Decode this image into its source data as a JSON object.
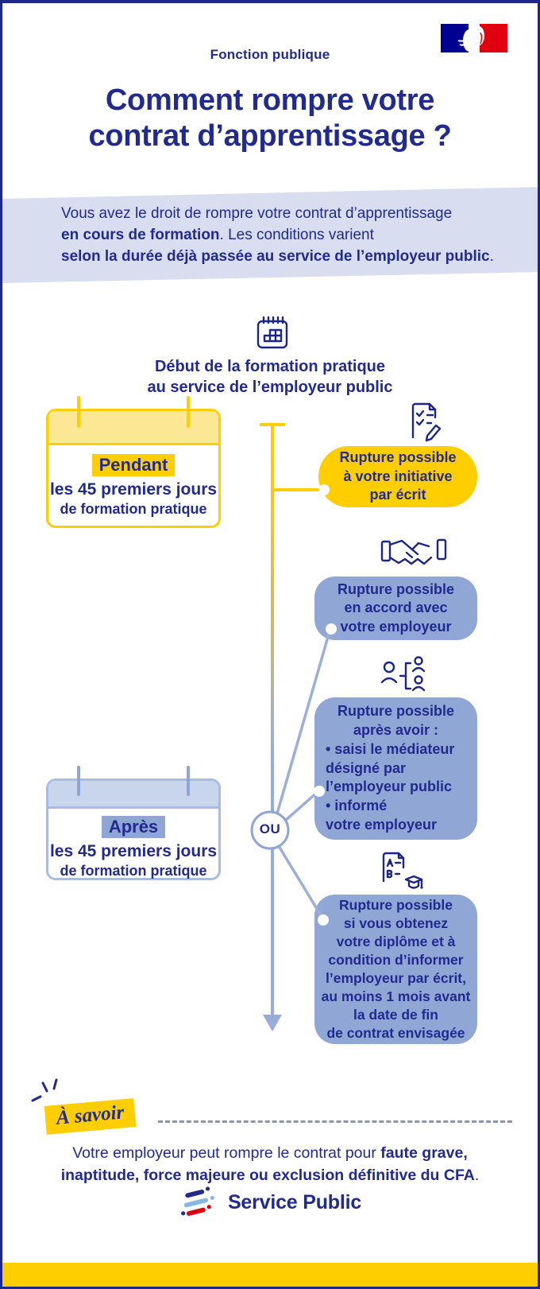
{
  "header": {
    "kicker": "Fonction publique",
    "title": "Comment rompre votre\ncontrat d’apprentissage ?",
    "logo": "french-government-flag-logo"
  },
  "intro": {
    "line1": "Vous avez le droit de rompre votre contrat d’apprentissage",
    "line2_bold": "en cours de formation",
    "line2_rest": ". Les conditions varient",
    "line3_bold": "selon la durée déjà passée au service de l’employeur public",
    "line3_end": "."
  },
  "flow": {
    "start_icon": "calendar-icon",
    "start_title": "Début de la formation pratique\nau service de l’employeur public",
    "or_label": "OU"
  },
  "period_cards": [
    {
      "highlight": "Pendant",
      "line2": "les 45 premiers jours",
      "line3": "de formation pratique"
    },
    {
      "highlight": "Après",
      "line2": "les 45 premiers jours",
      "line3": "de formation pratique"
    }
  ],
  "branches": [
    {
      "icon": "contract-write-icon",
      "text": "Rupture possible\nà votre initiative\npar écrit"
    },
    {
      "icon": "handshake-icon",
      "text": "Rupture possible\nen accord avec\nvotre employeur"
    },
    {
      "icon": "mediator-icon",
      "head": "Rupture possible\naprès avoir :",
      "bullets": "• saisi le médiateur\ndésigné par\nl’employeur public\n• informé\nvotre employeur"
    },
    {
      "icon": "diploma-icon",
      "text": "Rupture possible\nsi vous obtenez\nvotre diplôme et à\ncondition d’informer\nl’employeur par écrit,\nau moins 1 mois avant\nla date de fin\nde contrat envisagée"
    }
  ],
  "note": {
    "label": "À savoir",
    "l1_regular": "Votre employeur peut rompre le contrat pour ",
    "l1_bold": "faute grave,",
    "l2_bold": "inaptitude, force majeure ou exclusion définitive du CFA",
    "l2_end": "."
  },
  "footer": {
    "brand": "Service Public"
  },
  "colors": {
    "primary_blue": "#212a8f",
    "accent_yellow": "#ffce00",
    "periwinkle": "#8fa5d3",
    "band_background": "#d8deef",
    "flag_blue": "#000091",
    "flag_red": "#e1000f"
  }
}
